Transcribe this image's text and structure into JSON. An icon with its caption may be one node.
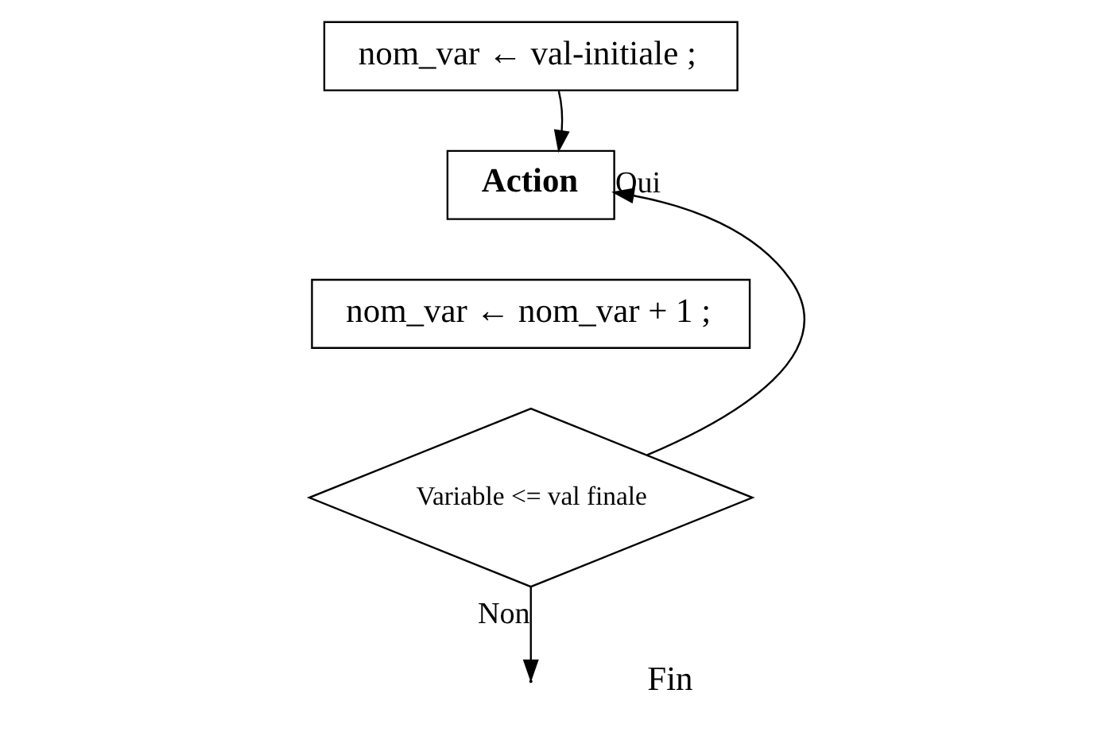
{
  "diagram": {
    "nodes": [
      {
        "text": [
          "nom_var ← val-initiale ;"
        ]
      },
      {
        "text": [
          "Action"
        ]
      },
      {
        "text": [
          "nom_var ← nom_var + 1 ;"
        ]
      },
      {
        "text": [
          "Variable <= val finale"
        ]
      }
    ],
    "edges": [
      {
        "from": 0,
        "to": 1,
        "arrow": "to"
      },
      {
        "from": 3,
        "to": 1,
        "arrow": "to",
        "label": "Oui"
      },
      {
        "from": 3,
        "to": null,
        "arrow": "to",
        "label": "Non"
      }
    ],
    "labels": [
      "Fin"
    ]
  }
}
